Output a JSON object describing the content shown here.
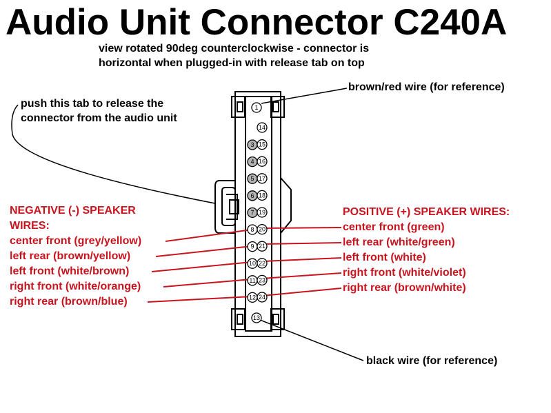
{
  "title": "Audio Unit Connector C240A",
  "subtitle": {
    "line1": "view rotated 90deg counterclockwise - connector is",
    "line2": "horizontal when plugged-in with release tab on top"
  },
  "callouts": {
    "top_ref": "brown/red wire (for reference)",
    "bottom_ref": "black wire (for reference)",
    "tab_line1": "push this tab to release the",
    "tab_line2": "connector from the audio unit"
  },
  "negative": {
    "heading1": "NEGATIVE (-) SPEAKER",
    "heading2": "WIRES:",
    "wires": [
      "center front (grey/yellow)",
      "left rear (brown/yellow)",
      "left front (white/brown)",
      "right front (white/orange)",
      "right rear (brown/blue)"
    ]
  },
  "positive": {
    "heading": "POSITIVE (+) SPEAKER WIRES:",
    "wires": [
      "center front (green)",
      "left rear (white/green)",
      "left front (white)",
      "right front (white/violet)",
      "right rear (brown/white)"
    ]
  },
  "pins": {
    "left_column": [
      "3",
      "4",
      "5",
      "6",
      "7",
      "8",
      "9",
      "10",
      "11",
      "12"
    ],
    "right_column": [
      "14",
      "15",
      "16",
      "17",
      "18",
      "19",
      "20",
      "21",
      "22",
      "23",
      "24"
    ],
    "top": "1",
    "bottom": "13",
    "greyed": [
      "3",
      "4",
      "5",
      "6",
      "7"
    ]
  },
  "colors": {
    "wire_red": "#c8141e",
    "outline": "#000000",
    "grey_pin": "#b4b4b4"
  }
}
